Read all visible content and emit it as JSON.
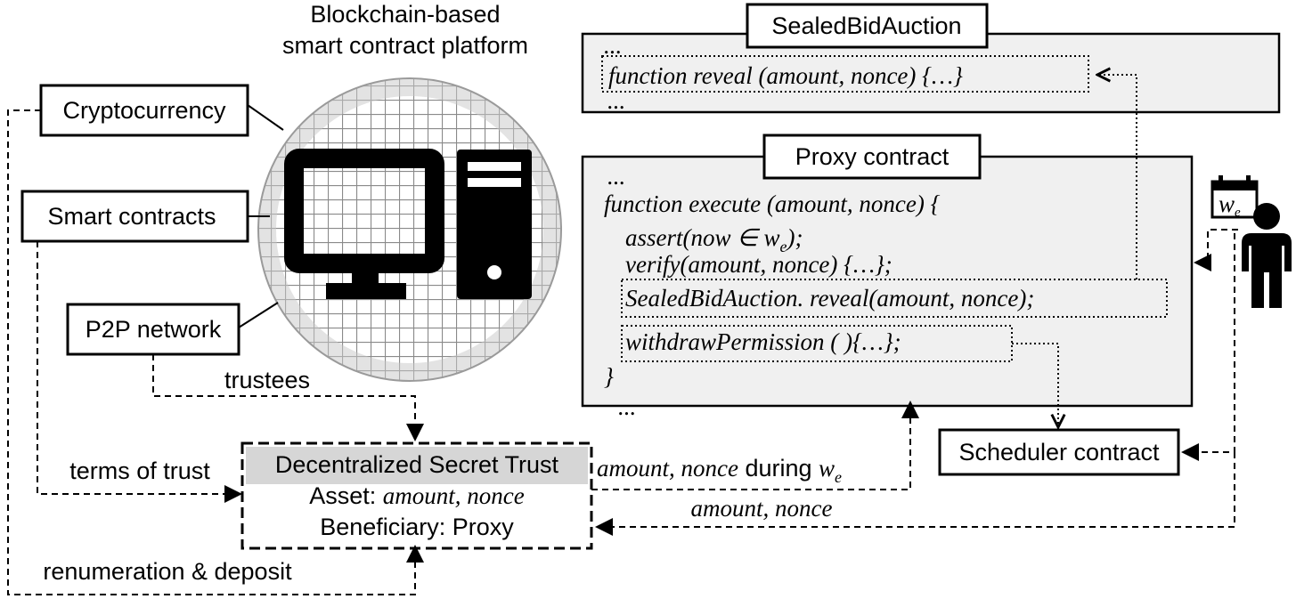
{
  "platform": {
    "title_line1": "Blockchain-based",
    "title_line2": "smart contract platform",
    "components": [
      "Cryptocurrency",
      "Smart contracts",
      "P2P network"
    ]
  },
  "sealed_bid_auction": {
    "title": "SealedBidAuction",
    "ellipsis_top": "...",
    "reveal_line": "function reveal (amount, nonce) {…}",
    "ellipsis_bottom": "..."
  },
  "proxy_contract": {
    "title": "Proxy contract",
    "lines": [
      "...",
      "function execute (amount, nonce) {",
      "assert(now ∈ w",
      "verify(amount, nonce) {…};",
      "SealedBidAuction. reveal(amount, nonce);",
      "withdrawPermission ( ){…};",
      "}",
      "..."
    ],
    "assert_sub": "e",
    "assert_tail": ");"
  },
  "calendar": {
    "label": "w",
    "sub": "e"
  },
  "scheduler": {
    "label": "Scheduler contract"
  },
  "trust": {
    "title": "Decentralized Secret Trust",
    "asset_prefix": "Asset: ",
    "asset_value": "amount, nonce",
    "beneficiary": "Beneficiary: Proxy"
  },
  "edge_labels": {
    "trustees": "trustees",
    "terms": "terms of trust",
    "renumeration": "renumeration & deposit",
    "during_value": "amount, nonce",
    "during_word": " during ",
    "during_w": "w",
    "during_sub": "e",
    "amount_nonce": "amount, nonce"
  },
  "colors": {
    "panel": "#f0f0f0",
    "trust_header": "#d6d6d6"
  }
}
